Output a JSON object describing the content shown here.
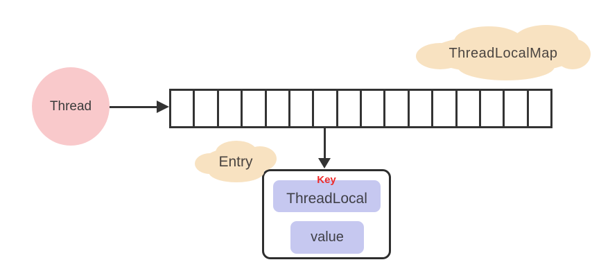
{
  "diagram": {
    "thread_node": {
      "label": "Thread"
    },
    "map_cloud": {
      "label": "ThreadLocalMap"
    },
    "entry_cloud": {
      "label": "Entry"
    },
    "entry_box": {
      "key_annotation": "Key",
      "key_field": "ThreadLocal",
      "value_field": "value"
    }
  },
  "array": {
    "cell_count": 16
  },
  "colors": {
    "line": "#333333",
    "thread_fill": "#f9c9cb",
    "cloud_fill": "#f8e2c1",
    "field_fill": "#c6c8f0",
    "key_color": "#ee2b2b",
    "bg": "#ffffff"
  }
}
